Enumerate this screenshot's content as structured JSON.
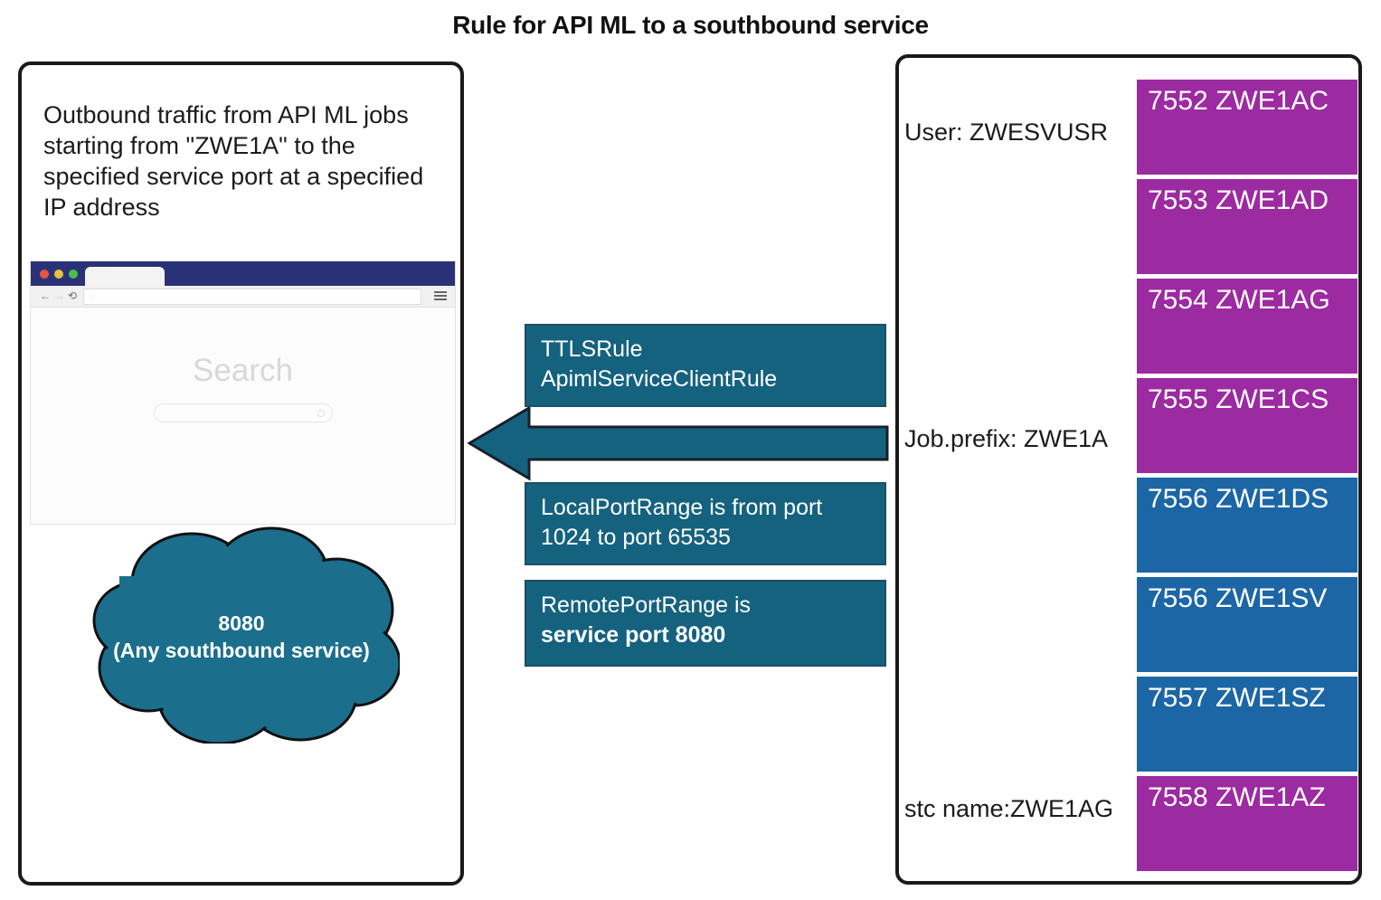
{
  "title": "Rule for API ML to a southbound service",
  "left_panel": {
    "description": "Outbound traffic from API ML jobs starting from \"ZWE1A\" to the specified service port at a specified IP address",
    "browser": {
      "tab_label": "",
      "address_value": "",
      "search_heading": "Search",
      "search_placeholder": "",
      "icons": {
        "back": "←",
        "forward": "→",
        "reload": "⟲",
        "menu": "hamburger-menu-icon",
        "address": "◌"
      }
    },
    "cloud": {
      "line1": "8080",
      "line2": "(Any southbound service)"
    }
  },
  "center": {
    "arrow_direction": "left",
    "rules": [
      {
        "line1": "TTLSRule",
        "line2": "ApimlServiceClientRule",
        "line2_bold": false
      },
      {
        "line1": "LocalPortRange is from port",
        "line2": "1024 to port 65535",
        "line2_bold": false
      },
      {
        "line1": "RemotePortRange is",
        "line2": "service port 8080",
        "line2_bold": true
      }
    ]
  },
  "right_panel": {
    "labels": {
      "user": "User: ZWESVUSR",
      "job_prefix": "Job.prefix: ZWE1A",
      "stc_name": "stc name:ZWE1AG"
    },
    "ports": [
      {
        "port": "7552",
        "name": "ZWE1AC",
        "text": "7552 ZWE1AC",
        "color": "purple"
      },
      {
        "port": "7553",
        "name": "ZWE1AD",
        "text": "7553 ZWE1AD",
        "color": "purple"
      },
      {
        "port": "7554",
        "name": "ZWE1AG",
        "text": "7554 ZWE1AG",
        "color": "purple"
      },
      {
        "port": "7555",
        "name": "ZWE1CS",
        "text": "7555 ZWE1CS",
        "color": "purple"
      },
      {
        "port": "7556",
        "name": "ZWE1DS",
        "text": "7556 ZWE1DS",
        "color": "blue"
      },
      {
        "port": "7556",
        "name": "ZWE1SV",
        "text": "7556 ZWE1SV",
        "color": "blue"
      },
      {
        "port": "7557",
        "name": "ZWE1SZ",
        "text": "7557 ZWE1SZ",
        "color": "blue"
      },
      {
        "port": "7558",
        "name": "ZWE1AZ",
        "text": "7558 ZWE1AZ",
        "color": "purple"
      }
    ]
  },
  "colors": {
    "teal": "#15627f",
    "purple": "#9c2aa0",
    "blue": "#1c66a6",
    "cloud": "#1b6e8c",
    "outline": "#1a1a1a",
    "browser_titlebar": "#2a3277"
  }
}
